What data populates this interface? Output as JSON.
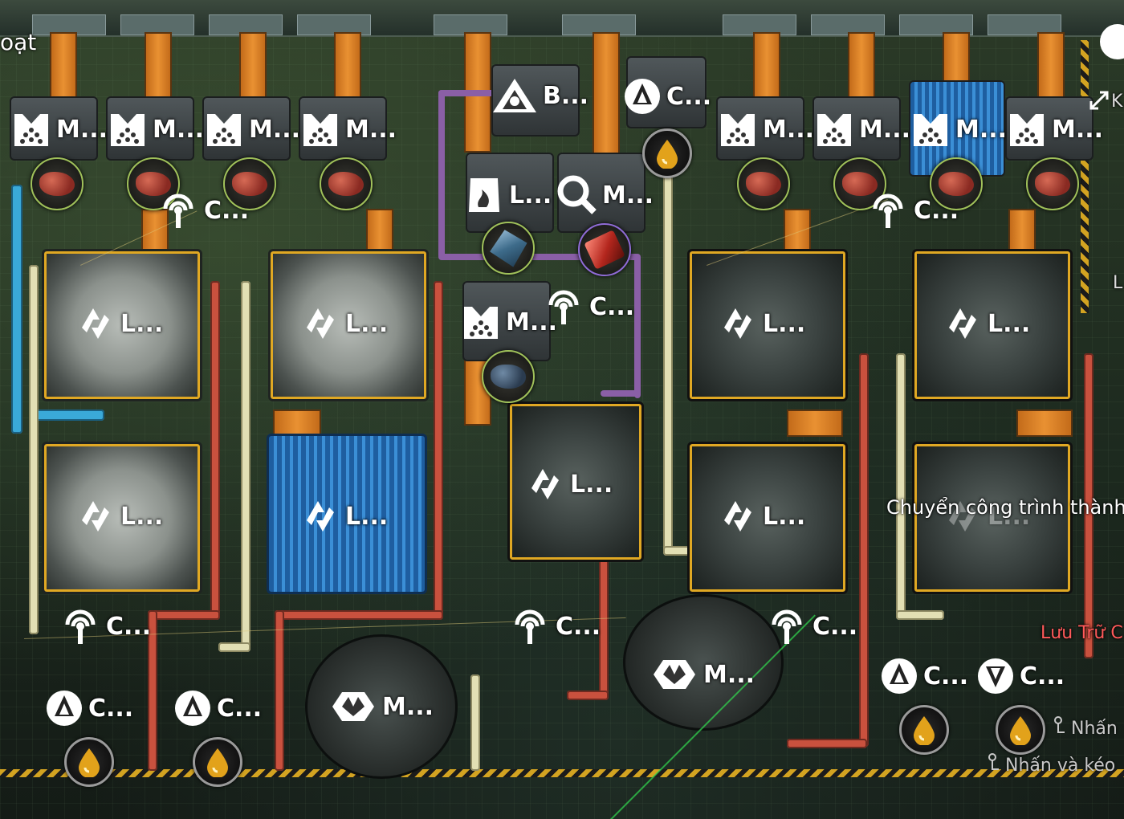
{
  "header": {
    "partial_title": "oạt"
  },
  "panel": {
    "expand_hint": "K",
    "side_letter": "L",
    "tooltip": "Chuyển công trình thành",
    "storage_label": "Lưu Trữ C",
    "hint_press": "Nhấn",
    "hint_press_drag": "Nhấn và kéo"
  },
  "colors": {
    "red_pipe": "#c9513e",
    "cream_pipe": "#e2dfb4",
    "blue_pipe": "#3aa9d8",
    "belt": "#e99132",
    "hazard": "#d3a321",
    "storage": "#ff5a5a"
  },
  "buildings": {
    "refiner_b": "B...",
    "pump_top": "C...",
    "furnace": "L...",
    "grinder": "M...",
    "relay_mid": "C...",
    "miner_mid": "M...",
    "reactor_center": "L...",
    "miners_left": [
      "M...",
      "M...",
      "M...",
      "M..."
    ],
    "miners_right": [
      "M...",
      "M...",
      "M...",
      "M..."
    ],
    "relay_left_top": "C...",
    "relay_right_top": "C...",
    "reactors_left_top": [
      "L...",
      "L..."
    ],
    "reactors_left_bottom": [
      "L...",
      "L..."
    ],
    "reactors_right_top": [
      "L...",
      "L..."
    ],
    "reactors_right_bottom": [
      "L...",
      "L..."
    ],
    "relays_bottom": [
      "C...",
      "C...",
      "C..."
    ],
    "pumps_bottom_left": [
      "C...",
      "C..."
    ],
    "pumps_bottom_right": [
      "C...",
      "C..."
    ],
    "mixer_left": "M...",
    "mixer_right": "M..."
  },
  "resources": {
    "ore": "red-ore-icon",
    "crystal": "blue-crystal-icon",
    "ingot": "red-ingot-icon",
    "slab": "blue-ore-icon",
    "liquid": "gold-drop-icon"
  }
}
